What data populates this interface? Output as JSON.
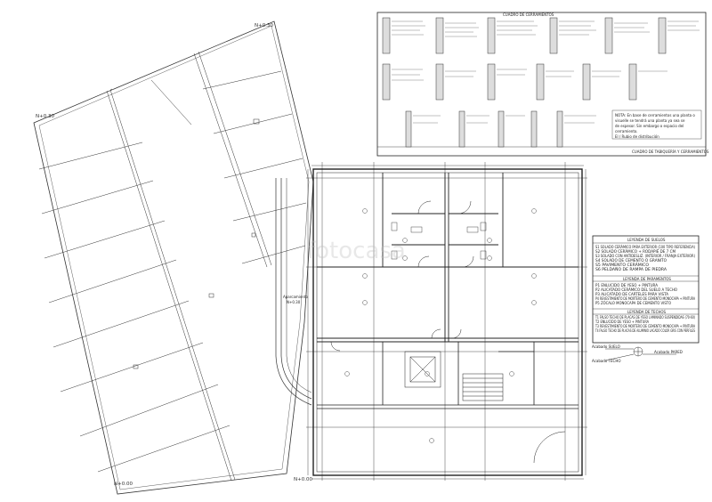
{
  "plan": {
    "levels": [
      "N+0.30",
      "N+0.30",
      "N+0.00",
      "N+0.00"
    ],
    "parking_note": [
      "Aparcamiento",
      "N+0.30"
    ]
  },
  "walls_chart": {
    "title": "CUADRO DE CERRAMIENTOS",
    "note": [
      "NOTA: En base de cerramientos una planta o",
      "visuelle se tendrá una planta ya sea se",
      "de espesor. Sin embargo o espacio del",
      "cerramiento.",
      "El / Rubio de distribución"
    ],
    "footer": "CUADRO DE TABIQUERÍA Y CERRAMIENTOS"
  },
  "legends": {
    "floors": {
      "title": "LEYENDA DE SUELOS",
      "items": [
        "S1  SOLADO CERÁMICO PARA EXTERIOR (100 TIPO REFERENCIA)",
        "S2  SOLADO CERÁMICO + RODAPIÉ DE 7 CM",
        "S3  SOLADO CON ANTIDESLIZ. (INTERIOR / FRANJA EXTERIOR)",
        "S4  SOLADO DE CEMENTO O GRANITO",
        "S5  PAVIMENTO CERÁMICO",
        "S6  PELDAÑO DE RAMPA DE PIEDRA"
      ]
    },
    "walls": {
      "title": "LEYENDA DE PARAMENTOS",
      "items": [
        "P1  ENLUCIDO DE YESO + PINTURA",
        "P2  ALICATADO CERÁMICO DEL SUELO A TECHO",
        "P3  ALICATADO DE CARTELES PARA VISTA",
        "P4  REVESTIMIENTO DE MORTERO DE CEMENTO MONOCAPA + PINTURA",
        "P5  ZÓCALO MONOCAPA DE CEMENTO VISTO"
      ]
    },
    "ceilings": {
      "title": "LEYENDA DE TECHOS",
      "items": [
        "T1  FALSO TECHO DE PLACAS DE YESO LAMINADO SUSPENDIDAS (70-60)",
        "T2  ENLUCIDO DE YESO + PINTURA",
        "T3  REVESTIMIENTO DE MORTERO DE CEMENTO MONOCAPA + PINTURA",
        "T4  FALSO TECHO DE PLACAS DE ALUMINIO LACADO COLOR GRIS CON PERFILES"
      ]
    },
    "symbols": [
      {
        "label": "Acabado SUELO"
      },
      {
        "label": "Acabado TECHO"
      },
      {
        "label": "Acabado PARED"
      }
    ]
  },
  "watermark": "fotocasa"
}
